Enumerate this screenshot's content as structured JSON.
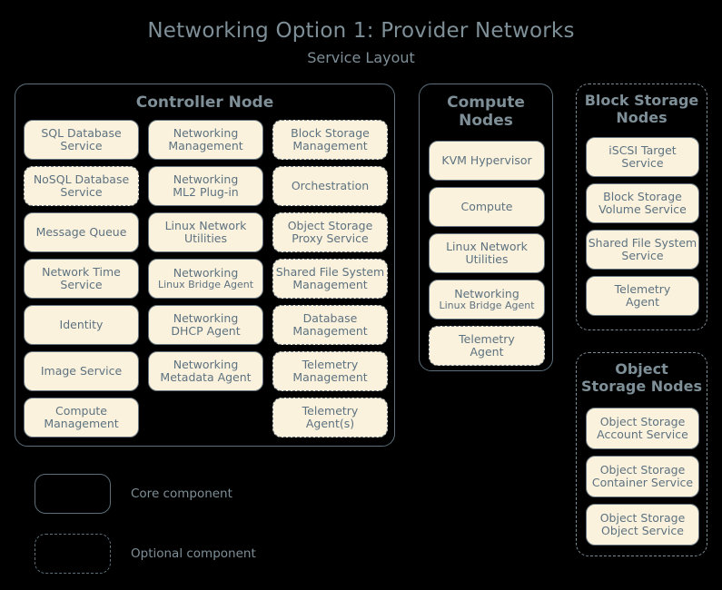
{
  "header": {
    "title": "Networking Option 1: Provider Networks",
    "subtitle": "Service Layout"
  },
  "controller_node": {
    "title": "Controller Node",
    "services": [
      {
        "line1": "SQL Database",
        "line2": "Service",
        "optional": false,
        "small_sub": false
      },
      {
        "line1": "Networking",
        "line2": "Management",
        "optional": false,
        "small_sub": false
      },
      {
        "line1": "Block Storage",
        "line2": "Management",
        "optional": true,
        "small_sub": false
      },
      {
        "line1": "NoSQL Database",
        "line2": "Service",
        "optional": true,
        "small_sub": false
      },
      {
        "line1": "Networking",
        "line2": "ML2 Plug-in",
        "optional": false,
        "small_sub": false
      },
      {
        "line1": "Orchestration",
        "line2": "",
        "optional": true,
        "small_sub": false
      },
      {
        "line1": "Message Queue",
        "line2": "",
        "optional": false,
        "small_sub": false
      },
      {
        "line1": "Linux Network",
        "line2": "Utilities",
        "optional": false,
        "small_sub": false
      },
      {
        "line1": "Object Storage",
        "line2": "Proxy Service",
        "optional": true,
        "small_sub": false
      },
      {
        "line1": "Network Time",
        "line2": "Service",
        "optional": false,
        "small_sub": false
      },
      {
        "line1": "Networking",
        "line2": "Linux Bridge Agent",
        "optional": false,
        "small_sub": true
      },
      {
        "line1": "Shared File System",
        "line2": "Management",
        "optional": true,
        "small_sub": false
      },
      {
        "line1": "Identity",
        "line2": "",
        "optional": false,
        "small_sub": false
      },
      {
        "line1": "Networking",
        "line2": "DHCP Agent",
        "optional": false,
        "small_sub": false
      },
      {
        "line1": "Database",
        "line2": "Management",
        "optional": true,
        "small_sub": false
      },
      {
        "line1": "Image Service",
        "line2": "",
        "optional": false,
        "small_sub": false
      },
      {
        "line1": "Networking",
        "line2": "Metadata Agent",
        "optional": false,
        "small_sub": false
      },
      {
        "line1": "Telemetry",
        "line2": "Management",
        "optional": true,
        "small_sub": false
      },
      {
        "line1": "Compute",
        "line2": "Management",
        "optional": false,
        "small_sub": false
      },
      {
        "line1": "",
        "line2": "",
        "optional": false,
        "small_sub": false,
        "empty": true
      },
      {
        "line1": "Telemetry",
        "line2": "Agent(s)",
        "optional": true,
        "small_sub": false
      }
    ]
  },
  "compute_nodes": {
    "title_line1": "Compute",
    "title_line2": "Nodes",
    "services": [
      {
        "line1": "KVM Hypervisor",
        "line2": "",
        "optional": false,
        "small_sub": false
      },
      {
        "line1": "Compute",
        "line2": "",
        "optional": false,
        "small_sub": false
      },
      {
        "line1": "Linux Network",
        "line2": "Utilities",
        "optional": false,
        "small_sub": false
      },
      {
        "line1": "Networking",
        "line2": "Linux Bridge Agent",
        "optional": false,
        "small_sub": true
      },
      {
        "line1": "Telemetry",
        "line2": "Agent",
        "optional": true,
        "small_sub": false
      }
    ]
  },
  "block_storage_nodes": {
    "title_line1": "Block Storage",
    "title_line2": "Nodes",
    "optional": true,
    "services": [
      {
        "line1": "iSCSI Target",
        "line2": "Service",
        "optional": false,
        "small_sub": false
      },
      {
        "line1": "Block Storage",
        "line2": "Volume Service",
        "optional": false,
        "small_sub": false
      },
      {
        "line1": "Shared File System",
        "line2": "Service",
        "optional": false,
        "small_sub": false
      },
      {
        "line1": "Telemetry",
        "line2": "Agent",
        "optional": false,
        "small_sub": false
      }
    ]
  },
  "object_storage_nodes": {
    "title_line1": "Object",
    "title_line2": "Storage Nodes",
    "optional": true,
    "services": [
      {
        "line1": "Object Storage",
        "line2": "Account Service",
        "optional": false,
        "small_sub": false
      },
      {
        "line1": "Object Storage",
        "line2": "Container Service",
        "optional": false,
        "small_sub": false
      },
      {
        "line1": "Object Storage",
        "line2": "Object Service",
        "optional": false,
        "small_sub": false
      }
    ]
  },
  "legend": {
    "core_label": "Core component",
    "optional_label": "Optional component"
  },
  "colors": {
    "background": "#000000",
    "text": "#7e8f98",
    "chip_fill": "#fbf2dd",
    "chip_border": "#66757f",
    "container_border": "#5c6f7a"
  }
}
